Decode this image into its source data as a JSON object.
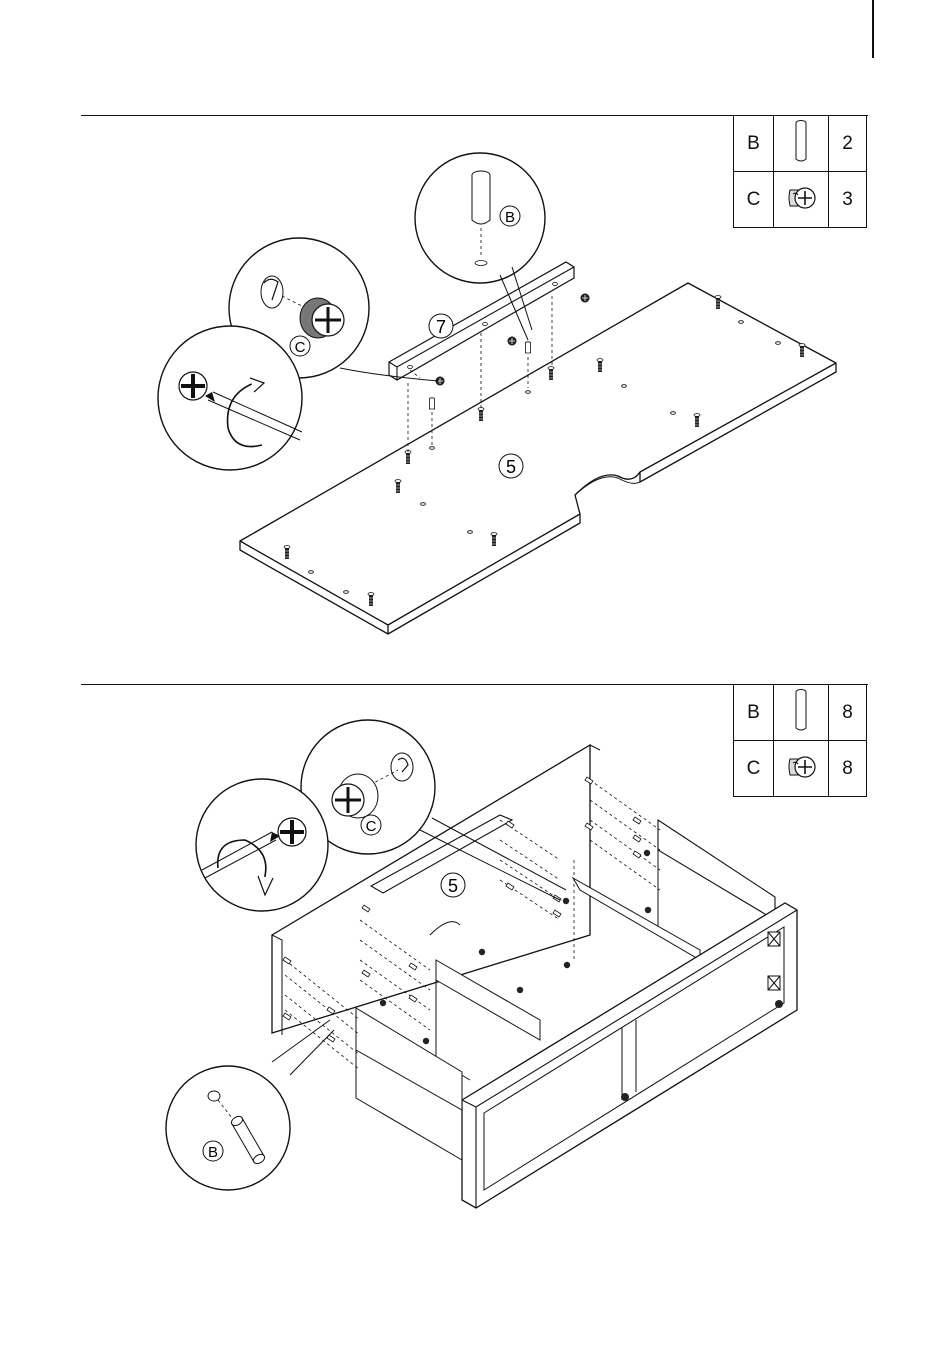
{
  "step1": {
    "parts": [
      {
        "letter": "B",
        "qty": "2",
        "icon": "dowel-icon"
      },
      {
        "letter": "C",
        "qty": "3",
        "icon": "cam-lock-icon"
      }
    ],
    "labels": {
      "panel_5": "5",
      "panel_7": "7",
      "callout_b": "B",
      "callout_c": "C"
    }
  },
  "step2": {
    "parts": [
      {
        "letter": "B",
        "qty": "8",
        "icon": "dowel-icon"
      },
      {
        "letter": "C",
        "qty": "8",
        "icon": "cam-lock-icon"
      }
    ],
    "labels": {
      "panel_5": "5",
      "callout_b": "B",
      "callout_c": "C"
    }
  }
}
